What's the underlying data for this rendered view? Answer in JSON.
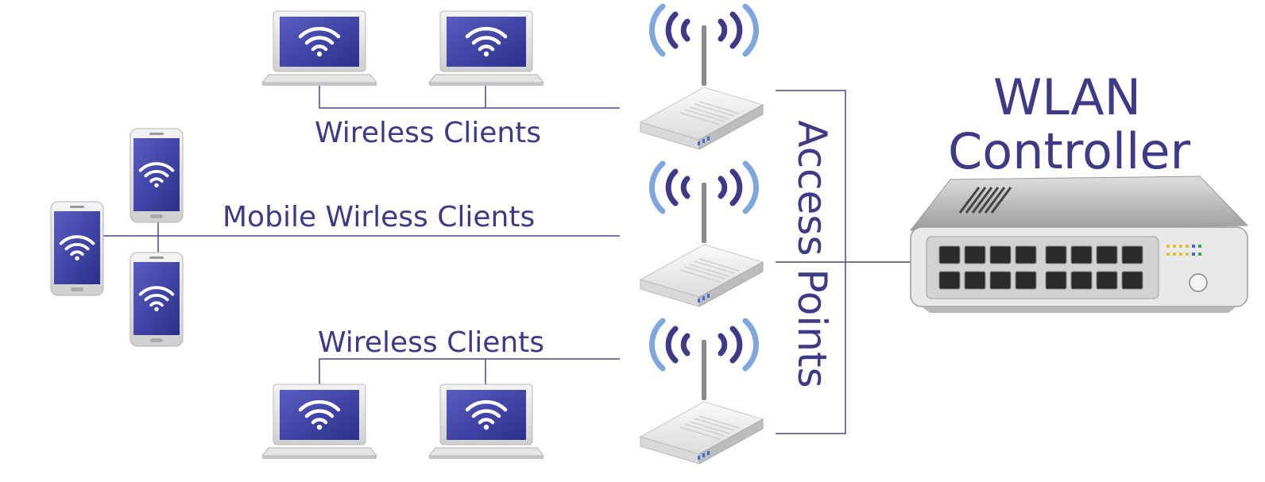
{
  "labels": {
    "wireless_clients_top": "Wireless Clients",
    "mobile_wireless_clients": "Mobile Wirless Clients",
    "wireless_clients_bottom": "Wireless Clients",
    "access_points": "Access Points",
    "wlan_line1": "WLAN",
    "wlan_line2": "Controller"
  },
  "colors": {
    "text": "#3f3a86",
    "line": "#4a4690",
    "screen": "#3b3d9e",
    "signal_outer": "#7fa6dd",
    "signal_inner": "#3f3a86",
    "device_body": "#e4e4e4"
  },
  "icons": {
    "laptop": "laptop-wifi-icon",
    "phone": "phone-wifi-icon",
    "router": "access-point-router-icon",
    "switch": "wlan-controller-switch-icon",
    "signal": "wireless-signal-icon"
  }
}
